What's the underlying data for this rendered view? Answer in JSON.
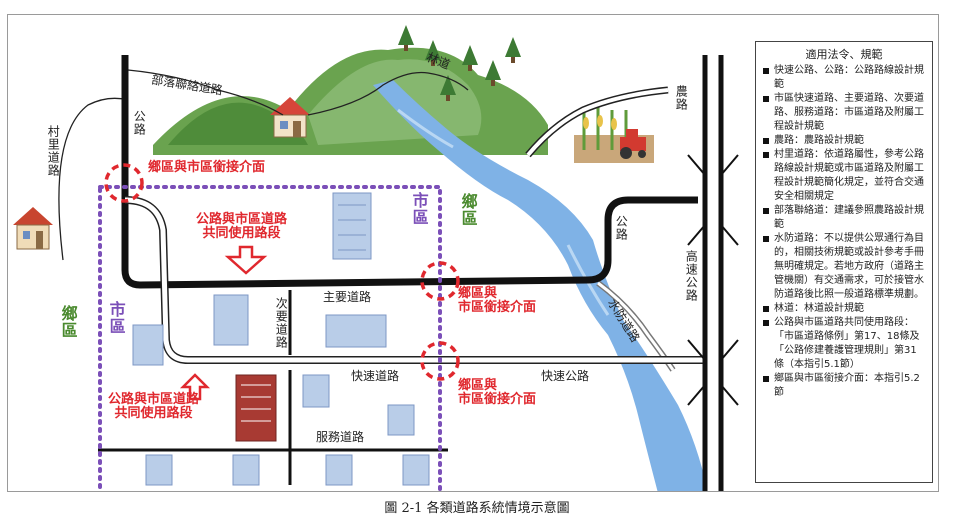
{
  "labels": {
    "village_road": "村里道路",
    "tribal_road": "部落聯絡道路",
    "public_road_1": "公路",
    "forest_road": "林道",
    "farm_road": "農路",
    "public_road_2": "公路",
    "highway": "高速公路",
    "flood_road": "水防道路",
    "main_road": "主要道路",
    "secondary_road": "次要道路",
    "expressway_city": "快速道路",
    "expressway_rural": "快速公路",
    "service_road": "服務道路",
    "shared_1": "公路與市區道路\n共同使用路段",
    "shared_2": "公路與市區道路\n共同使用路段",
    "interface_1": "鄉區與市區銜接介面",
    "interface_2": "鄉區與\n市區銜接介面",
    "interface_3": "鄉區與\n市區銜接介面",
    "city_1": "市區",
    "city_2": "市區",
    "rural_1": "鄉區",
    "rural_2": "鄉區"
  },
  "legend": {
    "title": "適用法令、規範",
    "items": [
      "快速公路、公路：公路路線設計規範",
      "市區快速道路、主要道路、次要道路、服務道路：市區道路及附屬工程設計規範",
      "農路：農路設計規範",
      "村里道路：依道路屬性，參考公路路線設計規範或市區道路及附屬工程設計規範簡化規定，並符合交通安全相關規定",
      "部落聯絡道：建議參照農路設計規範",
      "水防道路：不以提供公眾通行為目的，相關技術規範或設計參考手冊無明確規定。若地方政府（道路主管機關）有交通需求，可於接管水防道路後比照一般道路標準規劃。",
      "林道：林道設計規範",
      "公路與市區道路共同使用路段：「市區道路條例」第17、18條及「公路修建養護管理規則」第31條（本指引5.1節）",
      "鄉區與市區銜接介面：本指引5.2節"
    ]
  },
  "caption": "圖 2-1 各類道路系統情境示意圖",
  "colors": {
    "road": "#111111",
    "river": "#7fb2e6",
    "mountain": "#5c9a48",
    "interface": "#e0282e",
    "city_boundary": "#7b4fb8"
  }
}
